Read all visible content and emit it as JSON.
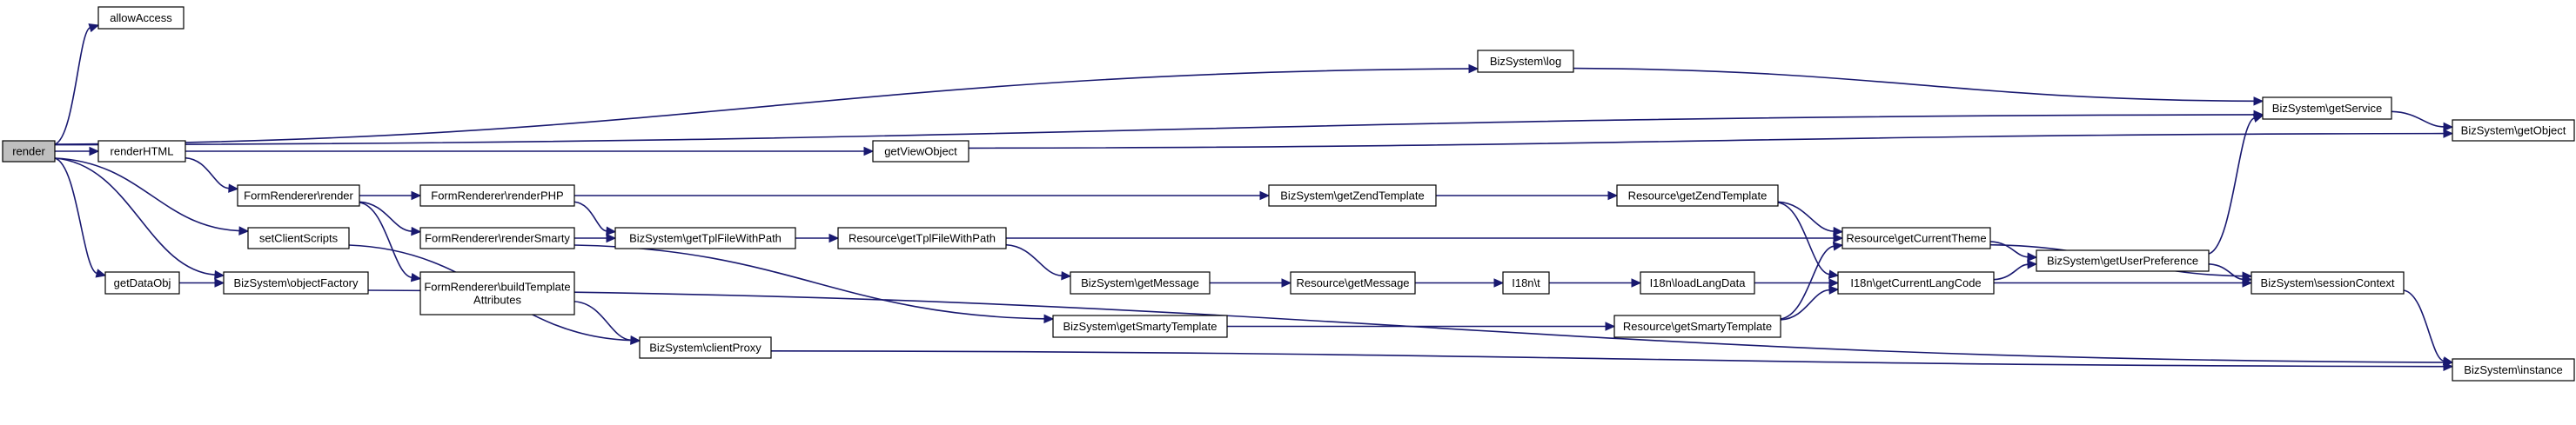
{
  "graph": {
    "nodes": [
      {
        "id": "render",
        "lines": [
          "render"
        ],
        "root": true
      },
      {
        "id": "allowAccess",
        "lines": [
          "allowAccess"
        ]
      },
      {
        "id": "renderHTML",
        "lines": [
          "renderHTML"
        ]
      },
      {
        "id": "setClientScripts",
        "lines": [
          "setClientScripts"
        ]
      },
      {
        "id": "getDataObj",
        "lines": [
          "getDataObj"
        ]
      },
      {
        "id": "objectFactory",
        "lines": [
          "BizSystem\\objectFactory"
        ]
      },
      {
        "id": "fr_render",
        "lines": [
          "FormRenderer\\render"
        ]
      },
      {
        "id": "fr_renderPHP",
        "lines": [
          "FormRenderer\\renderPHP"
        ]
      },
      {
        "id": "fr_renderSmarty",
        "lines": [
          "FormRenderer\\renderSmarty"
        ]
      },
      {
        "id": "fr_buildTemplate",
        "lines": [
          "FormRenderer\\buildTemplate",
          "Attributes"
        ]
      },
      {
        "id": "getTplFileWithPath",
        "lines": [
          "BizSystem\\getTplFileWithPath"
        ]
      },
      {
        "id": "clientProxy",
        "lines": [
          "BizSystem\\clientProxy"
        ]
      },
      {
        "id": "getViewObject",
        "lines": [
          "getViewObject"
        ]
      },
      {
        "id": "res_getTplFileWithPath",
        "lines": [
          "Resource\\getTplFileWithPath"
        ]
      },
      {
        "id": "bs_getZendTemplate",
        "lines": [
          "BizSystem\\getZendTemplate"
        ]
      },
      {
        "id": "bs_getMessage",
        "lines": [
          "BizSystem\\getMessage"
        ]
      },
      {
        "id": "bs_getSmartyTemplate",
        "lines": [
          "BizSystem\\getSmartyTemplate"
        ]
      },
      {
        "id": "res_getMessage",
        "lines": [
          "Resource\\getMessage"
        ]
      },
      {
        "id": "bs_log",
        "lines": [
          "BizSystem\\log"
        ]
      },
      {
        "id": "i18n_t",
        "lines": [
          "I18n\\t"
        ]
      },
      {
        "id": "res_getZendTemplate",
        "lines": [
          "Resource\\getZendTemplate"
        ]
      },
      {
        "id": "i18n_loadLangData",
        "lines": [
          "I18n\\loadLangData"
        ]
      },
      {
        "id": "res_getSmartyTemplate",
        "lines": [
          "Resource\\getSmartyTemplate"
        ]
      },
      {
        "id": "res_getCurrentTheme",
        "lines": [
          "Resource\\getCurrentTheme"
        ]
      },
      {
        "id": "i18n_getCurrentLangCode",
        "lines": [
          "I18n\\getCurrentLangCode"
        ]
      },
      {
        "id": "getUserPreference",
        "lines": [
          "BizSystem\\getUserPreference"
        ]
      },
      {
        "id": "getService",
        "lines": [
          "BizSystem\\getService"
        ]
      },
      {
        "id": "sessionContext",
        "lines": [
          "BizSystem\\sessionContext"
        ]
      },
      {
        "id": "getObject",
        "lines": [
          "BizSystem\\getObject"
        ]
      },
      {
        "id": "instance",
        "lines": [
          "BizSystem\\instance"
        ]
      }
    ],
    "edges": [
      [
        "render",
        "allowAccess"
      ],
      [
        "render",
        "bs_log"
      ],
      [
        "render",
        "getService"
      ],
      [
        "render",
        "renderHTML"
      ],
      [
        "render",
        "setClientScripts"
      ],
      [
        "render",
        "objectFactory"
      ],
      [
        "render",
        "getDataObj"
      ],
      [
        "renderHTML",
        "getViewObject"
      ],
      [
        "renderHTML",
        "fr_render"
      ],
      [
        "getDataObj",
        "objectFactory"
      ],
      [
        "objectFactory",
        "instance"
      ],
      [
        "setClientScripts",
        "clientProxy"
      ],
      [
        "fr_render",
        "fr_renderPHP"
      ],
      [
        "fr_render",
        "fr_renderSmarty"
      ],
      [
        "fr_render",
        "fr_buildTemplate"
      ],
      [
        "fr_renderPHP",
        "bs_getZendTemplate"
      ],
      [
        "fr_renderPHP",
        "getTplFileWithPath"
      ],
      [
        "fr_renderSmarty",
        "getTplFileWithPath"
      ],
      [
        "fr_renderSmarty",
        "bs_getSmartyTemplate"
      ],
      [
        "fr_buildTemplate",
        "clientProxy"
      ],
      [
        "getTplFileWithPath",
        "res_getTplFileWithPath"
      ],
      [
        "clientProxy",
        "instance"
      ],
      [
        "getViewObject",
        "getObject"
      ],
      [
        "res_getTplFileWithPath",
        "res_getCurrentTheme"
      ],
      [
        "res_getTplFileWithPath",
        "bs_getMessage"
      ],
      [
        "bs_getMessage",
        "res_getMessage"
      ],
      [
        "res_getMessage",
        "i18n_t"
      ],
      [
        "i18n_t",
        "i18n_loadLangData"
      ],
      [
        "i18n_loadLangData",
        "i18n_getCurrentLangCode"
      ],
      [
        "bs_getZendTemplate",
        "res_getZendTemplate"
      ],
      [
        "res_getZendTemplate",
        "res_getCurrentTheme"
      ],
      [
        "res_getZendTemplate",
        "i18n_getCurrentLangCode"
      ],
      [
        "bs_getSmartyTemplate",
        "res_getSmartyTemplate"
      ],
      [
        "res_getSmartyTemplate",
        "res_getCurrentTheme"
      ],
      [
        "res_getSmartyTemplate",
        "i18n_getCurrentLangCode"
      ],
      [
        "bs_log",
        "getService"
      ],
      [
        "res_getCurrentTheme",
        "getUserPreference"
      ],
      [
        "res_getCurrentTheme",
        "sessionContext"
      ],
      [
        "i18n_getCurrentLangCode",
        "getUserPreference"
      ],
      [
        "i18n_getCurrentLangCode",
        "sessionContext"
      ],
      [
        "getUserPreference",
        "getService"
      ],
      [
        "getUserPreference",
        "sessionContext"
      ],
      [
        "getService",
        "getObject"
      ],
      [
        "sessionContext",
        "instance"
      ]
    ]
  }
}
